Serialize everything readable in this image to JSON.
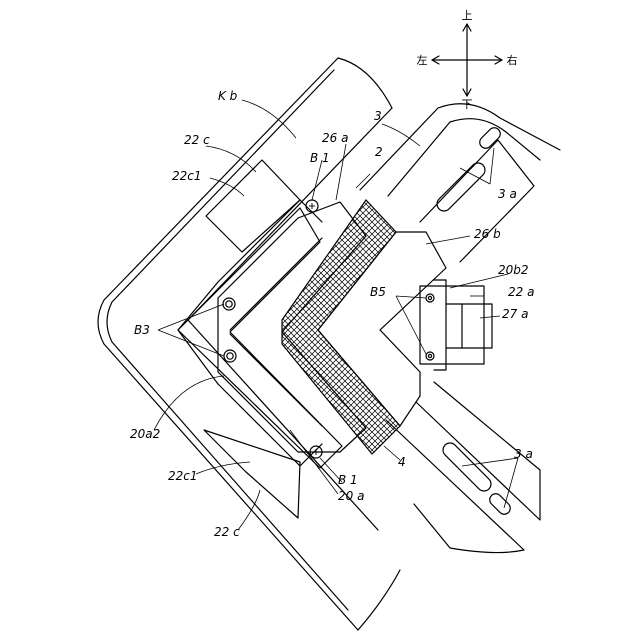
{
  "directions": {
    "up": "上",
    "down": "下",
    "left": "左",
    "right": "右"
  },
  "labels": {
    "Kb": "K b",
    "n3": "3",
    "n26a": "26 a",
    "n2": "2",
    "n22c_top": "22 c",
    "n22c1_top": "22c1",
    "B1_top": "B 1",
    "n3a_top": "3 a",
    "n26b": "26 b",
    "n20b2": "20b2",
    "B5": "B5",
    "n22a": "22 a",
    "n27a": "27 a",
    "B3": "B3",
    "n20a2": "20a2",
    "n22c1_bot": "22c1",
    "B1_bot": "B 1",
    "n4": "4",
    "n20a": "20 a",
    "n22c_bot": "22 c",
    "n3a_bot": "3 a"
  }
}
